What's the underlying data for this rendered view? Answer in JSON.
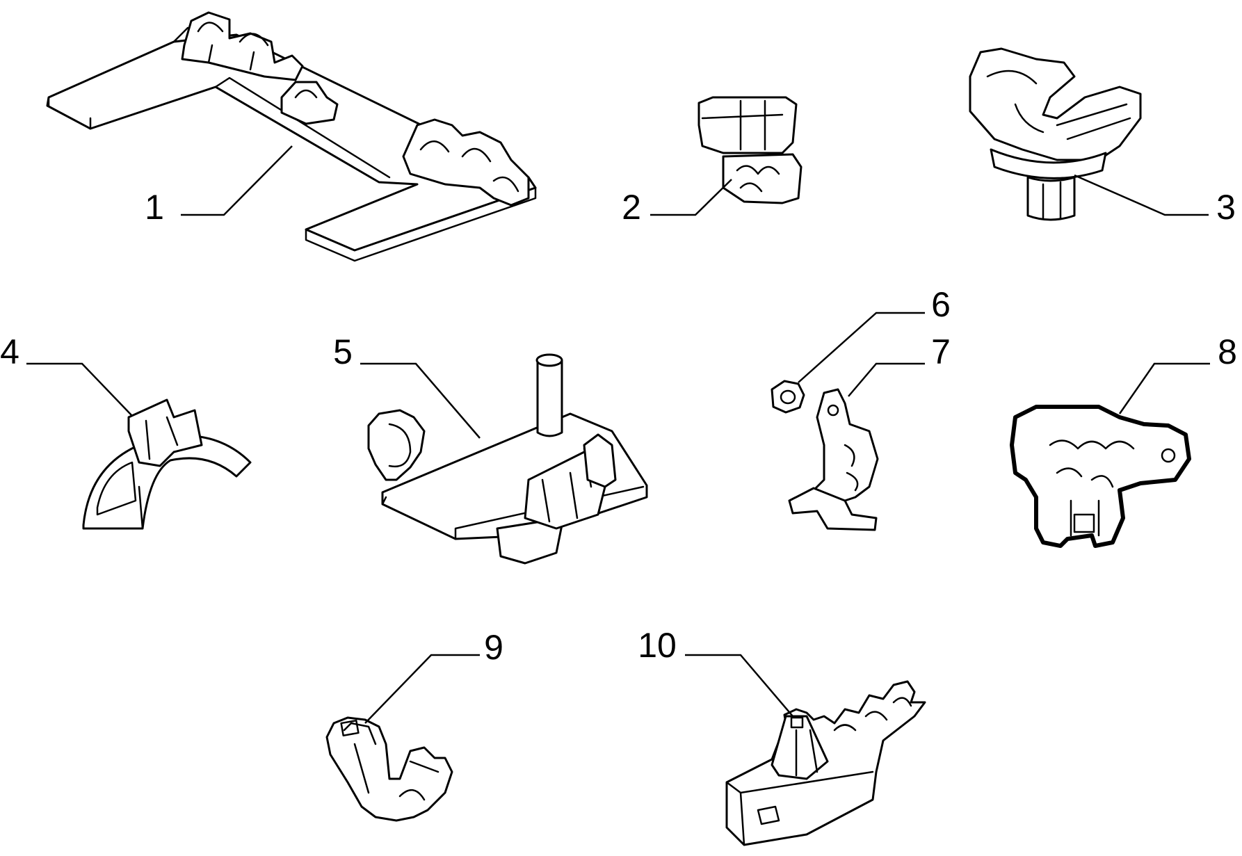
{
  "diagram": {
    "colors": {
      "line": "#000000",
      "background": "#ffffff"
    },
    "callouts": [
      {
        "id": "1",
        "label": "1"
      },
      {
        "id": "2",
        "label": "2"
      },
      {
        "id": "3",
        "label": "3"
      },
      {
        "id": "4",
        "label": "4"
      },
      {
        "id": "5",
        "label": "5"
      },
      {
        "id": "6",
        "label": "6"
      },
      {
        "id": "7",
        "label": "7"
      },
      {
        "id": "8",
        "label": "8"
      },
      {
        "id": "9",
        "label": "9"
      },
      {
        "id": "10",
        "label": "10"
      }
    ]
  }
}
